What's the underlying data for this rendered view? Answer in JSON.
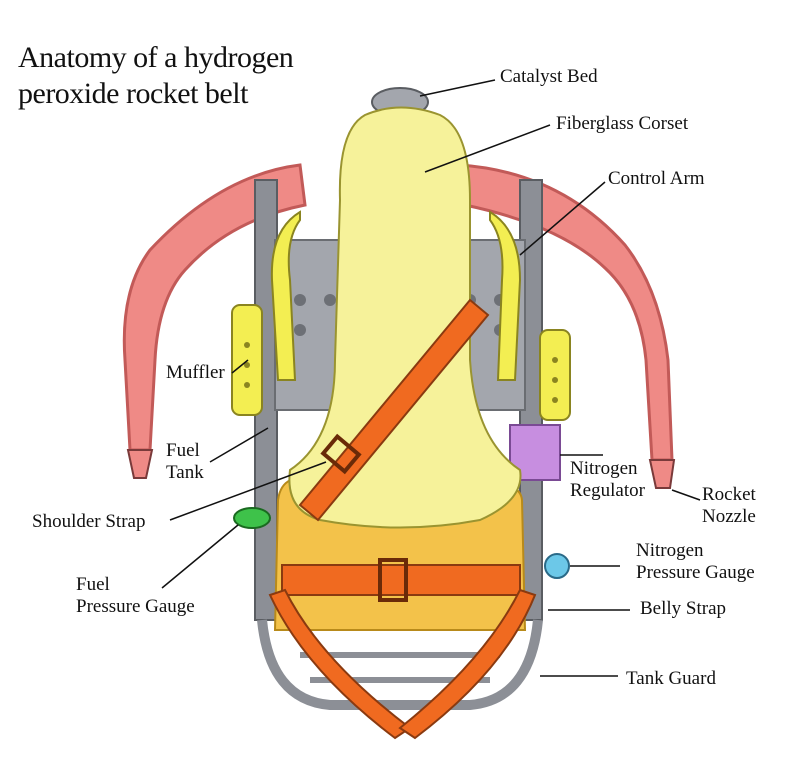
{
  "title": {
    "line1": "Anatomy of a hydrogen",
    "line2": "peroxide rocket belt"
  },
  "labels": {
    "catalyst_bed": "Catalyst Bed",
    "fiberglass_corset": "Fiberglass Corset",
    "control_arm": "Control Arm",
    "muffler": "Muffler",
    "fuel_tank": [
      "Fuel",
      "Tank"
    ],
    "nitrogen_regulator": [
      "Nitrogen",
      "Regulator"
    ],
    "rocket_nozzle": [
      "Rocket",
      "Nozzle"
    ],
    "shoulder_strap": "Shoulder Strap",
    "fuel_pressure_gauge": [
      "Fuel",
      "Pressure Gauge"
    ],
    "nitrogen_pressure_gauge": [
      "Nitrogen",
      "Pressure Gauge"
    ],
    "belly_strap": "Belly Strap",
    "tank_guard": "Tank Guard"
  },
  "colors": {
    "corset": "#f6f29a",
    "corset_lower": "#f3c24a",
    "pipes": "#ef8a86",
    "frame": "#8c8f96",
    "straps": "#f06a20",
    "regulator": "#c78ee0",
    "fuel_gauge": "#3ec24a",
    "nitrogen_gauge": "#6cc8e8",
    "control_arms": "#f3ee52"
  }
}
